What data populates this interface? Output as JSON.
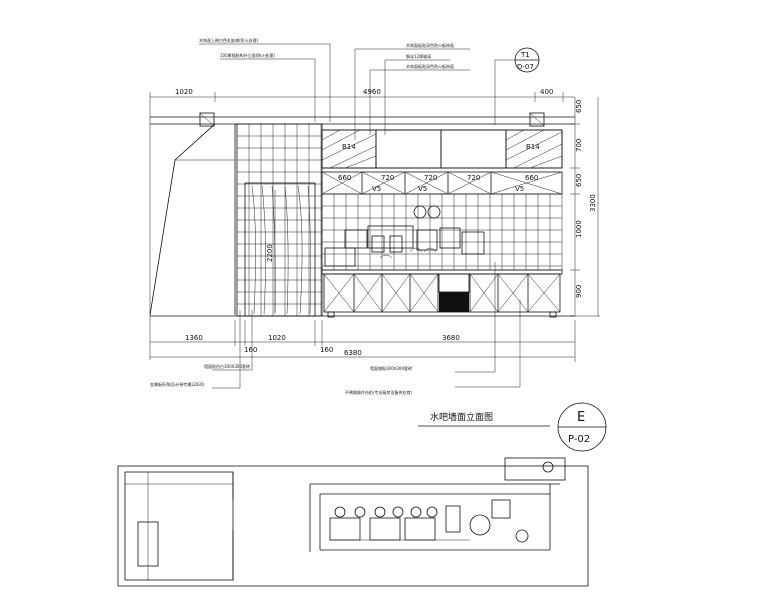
{
  "elevation": {
    "title": "水吧墙面立面图",
    "section_tag": {
      "letter": "E",
      "sheet": "P-02"
    },
    "detail_tag": {
      "number": "T1",
      "sheet": "D-07"
    },
    "top_dimensions": [
      "1020",
      "4960",
      "400"
    ],
    "shelf_dimensions": [
      "660",
      "720",
      "720",
      "720",
      "660"
    ],
    "bottom_dimensions": [
      "1360",
      "1020",
      "3680"
    ],
    "bottom_small_dimensions": [
      "160",
      "160"
    ],
    "total_width": "6380",
    "right_dimensions": [
      "650",
      "700",
      "650",
      "1000",
      "900"
    ],
    "overall_height": "3300",
    "door_height": "2200",
    "cabinet_labels": [
      "B14",
      "B14"
    ],
    "shelf_labels": [
      "V5",
      "V5",
      "V5"
    ],
    "annotations_top": [
      "木饰面上刷白色乳胶漆(防火处理)",
      "100厚钢结构外立面(防火处理)"
    ],
    "annotations_top_right": [
      "木饰面板贴深色防火板饰面",
      "钢化12厚玻璃",
      "木饰面板贴深色防火板饰面"
    ],
    "annotations_bottom": [
      "墙面贴仿古300X300瓷砖",
      "金属板折角设计(带专属LOGO)",
      "墙面铺贴300X300瓷砖",
      "不锈钢操作台柜(专业厨房设备供应商)"
    ]
  }
}
